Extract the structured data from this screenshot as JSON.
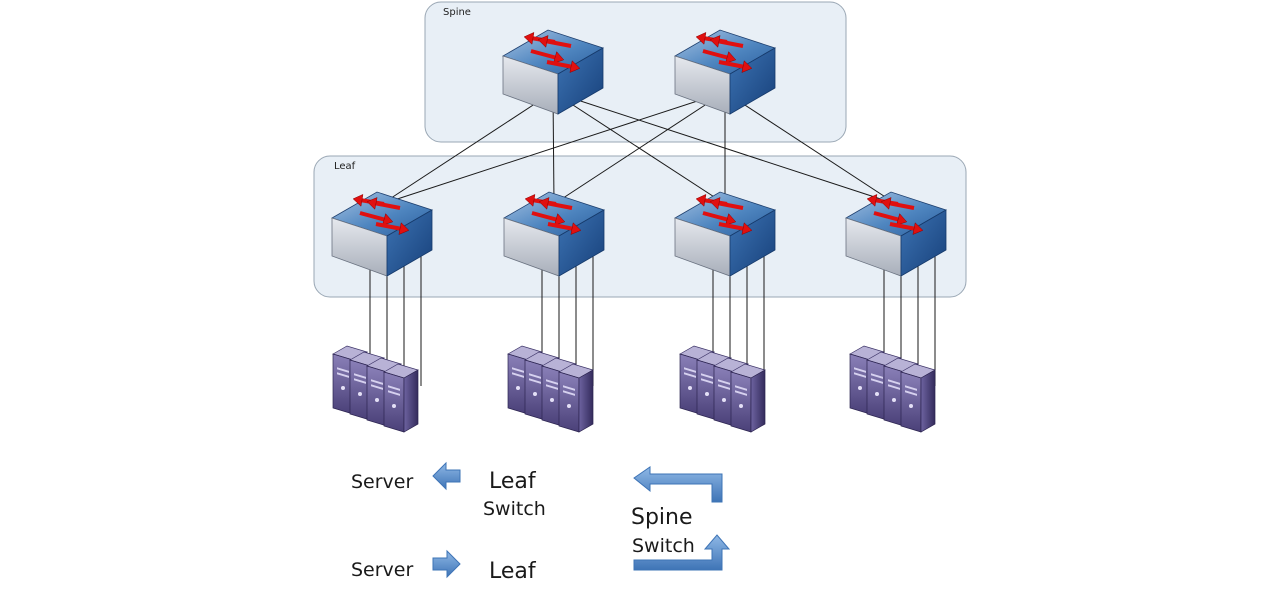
{
  "groups": {
    "spine_label": "Spine",
    "leaf_label": "Leaf"
  },
  "spine_switches": [
    "spine-switch-1",
    "spine-switch-2"
  ],
  "leaf_switches": [
    "leaf-switch-1",
    "leaf-switch-2",
    "leaf-switch-3",
    "leaf-switch-4"
  ],
  "server_groups": [
    "server-group-1",
    "server-group-2",
    "server-group-3",
    "server-group-4"
  ],
  "links": [
    [
      "spine-switch-1",
      "leaf-switch-1"
    ],
    [
      "spine-switch-1",
      "leaf-switch-2"
    ],
    [
      "spine-switch-1",
      "leaf-switch-3"
    ],
    [
      "spine-switch-1",
      "leaf-switch-4"
    ],
    [
      "spine-switch-2",
      "leaf-switch-1"
    ],
    [
      "spine-switch-2",
      "leaf-switch-2"
    ],
    [
      "spine-switch-2",
      "leaf-switch-3"
    ],
    [
      "spine-switch-2",
      "leaf-switch-4"
    ]
  ],
  "servers_per_leaf": 4,
  "legend": {
    "row1": {
      "from": "Server",
      "to_line1": "Leaf",
      "to_line2": "Switch"
    },
    "row2": {
      "from": "Server",
      "to": "Leaf"
    },
    "spine_line1": "Spine",
    "spine_line2": "Switch"
  },
  "colors": {
    "group_box_fill": "#e8eff6",
    "group_box_stroke": "#9aa7b4",
    "switch_top": "#4f86c0",
    "switch_front": "#c9ced6",
    "switch_side": "#1f4f8f",
    "switch_arrow": "#e01010",
    "server_color": "#5a4f86",
    "legend_arrow": "#5b8fc7"
  }
}
